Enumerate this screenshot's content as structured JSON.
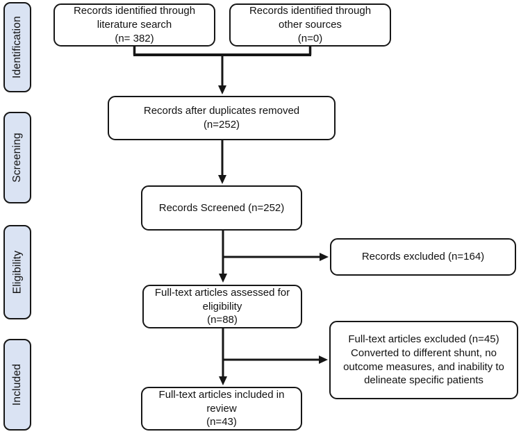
{
  "stages": [
    "Identification",
    "Screening",
    "Eligibility",
    "Included"
  ],
  "boxes": {
    "literature_search": "Records identified through\nliterature search\n(n= 382)",
    "other_sources": "Records identified through\nother sources\n(n=0)",
    "duplicates_removed": "Records after duplicates removed\n(n=252)",
    "records_screened": "Records Screened (n=252)",
    "records_excluded": "Records excluded (n=164)",
    "fulltext_assessed": "Full-text articles assessed for\neligibility\n(n=88)",
    "fulltext_excluded": "Full-text articles excluded (n=45)\nConverted to different shunt, no\noutcome measures, and inability to\ndelineate specific patients",
    "fulltext_included": "Full-text articles included in\nreview\n(n=43)"
  },
  "colors": {
    "stage_fill": "#dae3f3",
    "line": "#161616",
    "box_fill": "#ffffff"
  }
}
